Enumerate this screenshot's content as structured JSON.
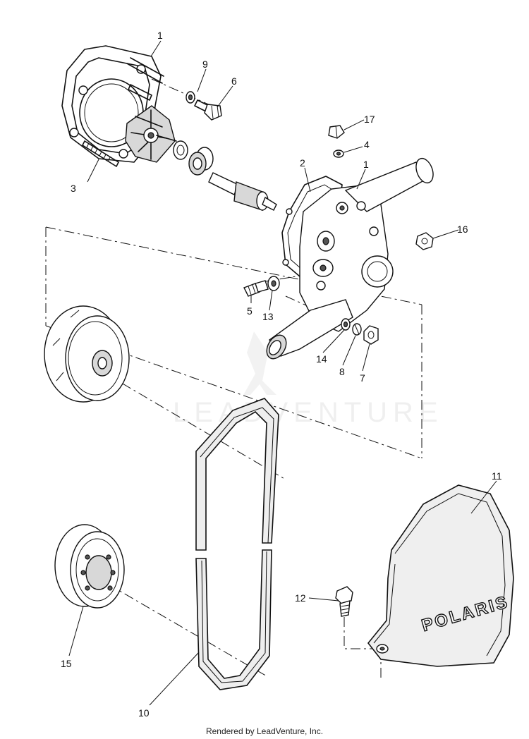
{
  "callouts": {
    "c1a": "1",
    "c9": "9",
    "c6": "6",
    "c17": "17",
    "c4": "4",
    "c3": "3",
    "c2": "2",
    "c1b": "1",
    "c16": "16",
    "c5": "5",
    "c13": "13",
    "c14": "14",
    "c8": "8",
    "c7": "7",
    "c11": "11",
    "c12": "12",
    "c15": "15",
    "c10": "10"
  },
  "watermark": "LEADVENTURE",
  "logo_text": "POLARIS",
  "footer": "Rendered by LeadVenture, Inc."
}
